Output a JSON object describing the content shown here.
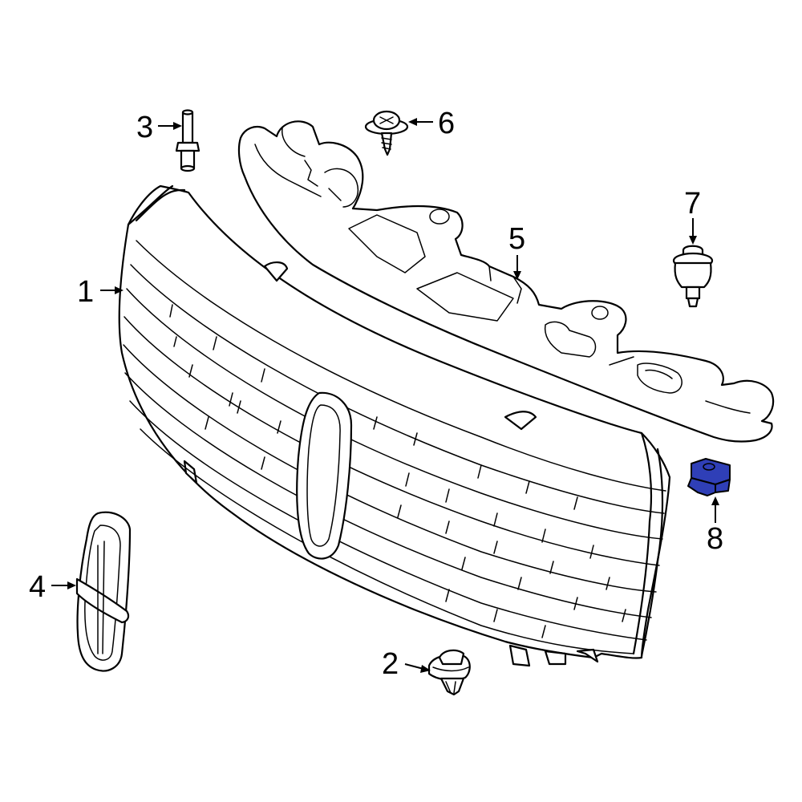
{
  "diagram": {
    "background": "#ffffff",
    "line_color": "#000000",
    "highlight_color": "#2f3fb7",
    "highlighted_part": "8",
    "callouts": [
      {
        "id": "callout-1",
        "label": "1"
      },
      {
        "id": "callout-2",
        "label": "2"
      },
      {
        "id": "callout-3",
        "label": "3"
      },
      {
        "id": "callout-4",
        "label": "4"
      },
      {
        "id": "callout-5",
        "label": "5"
      },
      {
        "id": "callout-6",
        "label": "6"
      },
      {
        "id": "callout-7",
        "label": "7"
      },
      {
        "id": "callout-8",
        "label": "8"
      }
    ]
  }
}
